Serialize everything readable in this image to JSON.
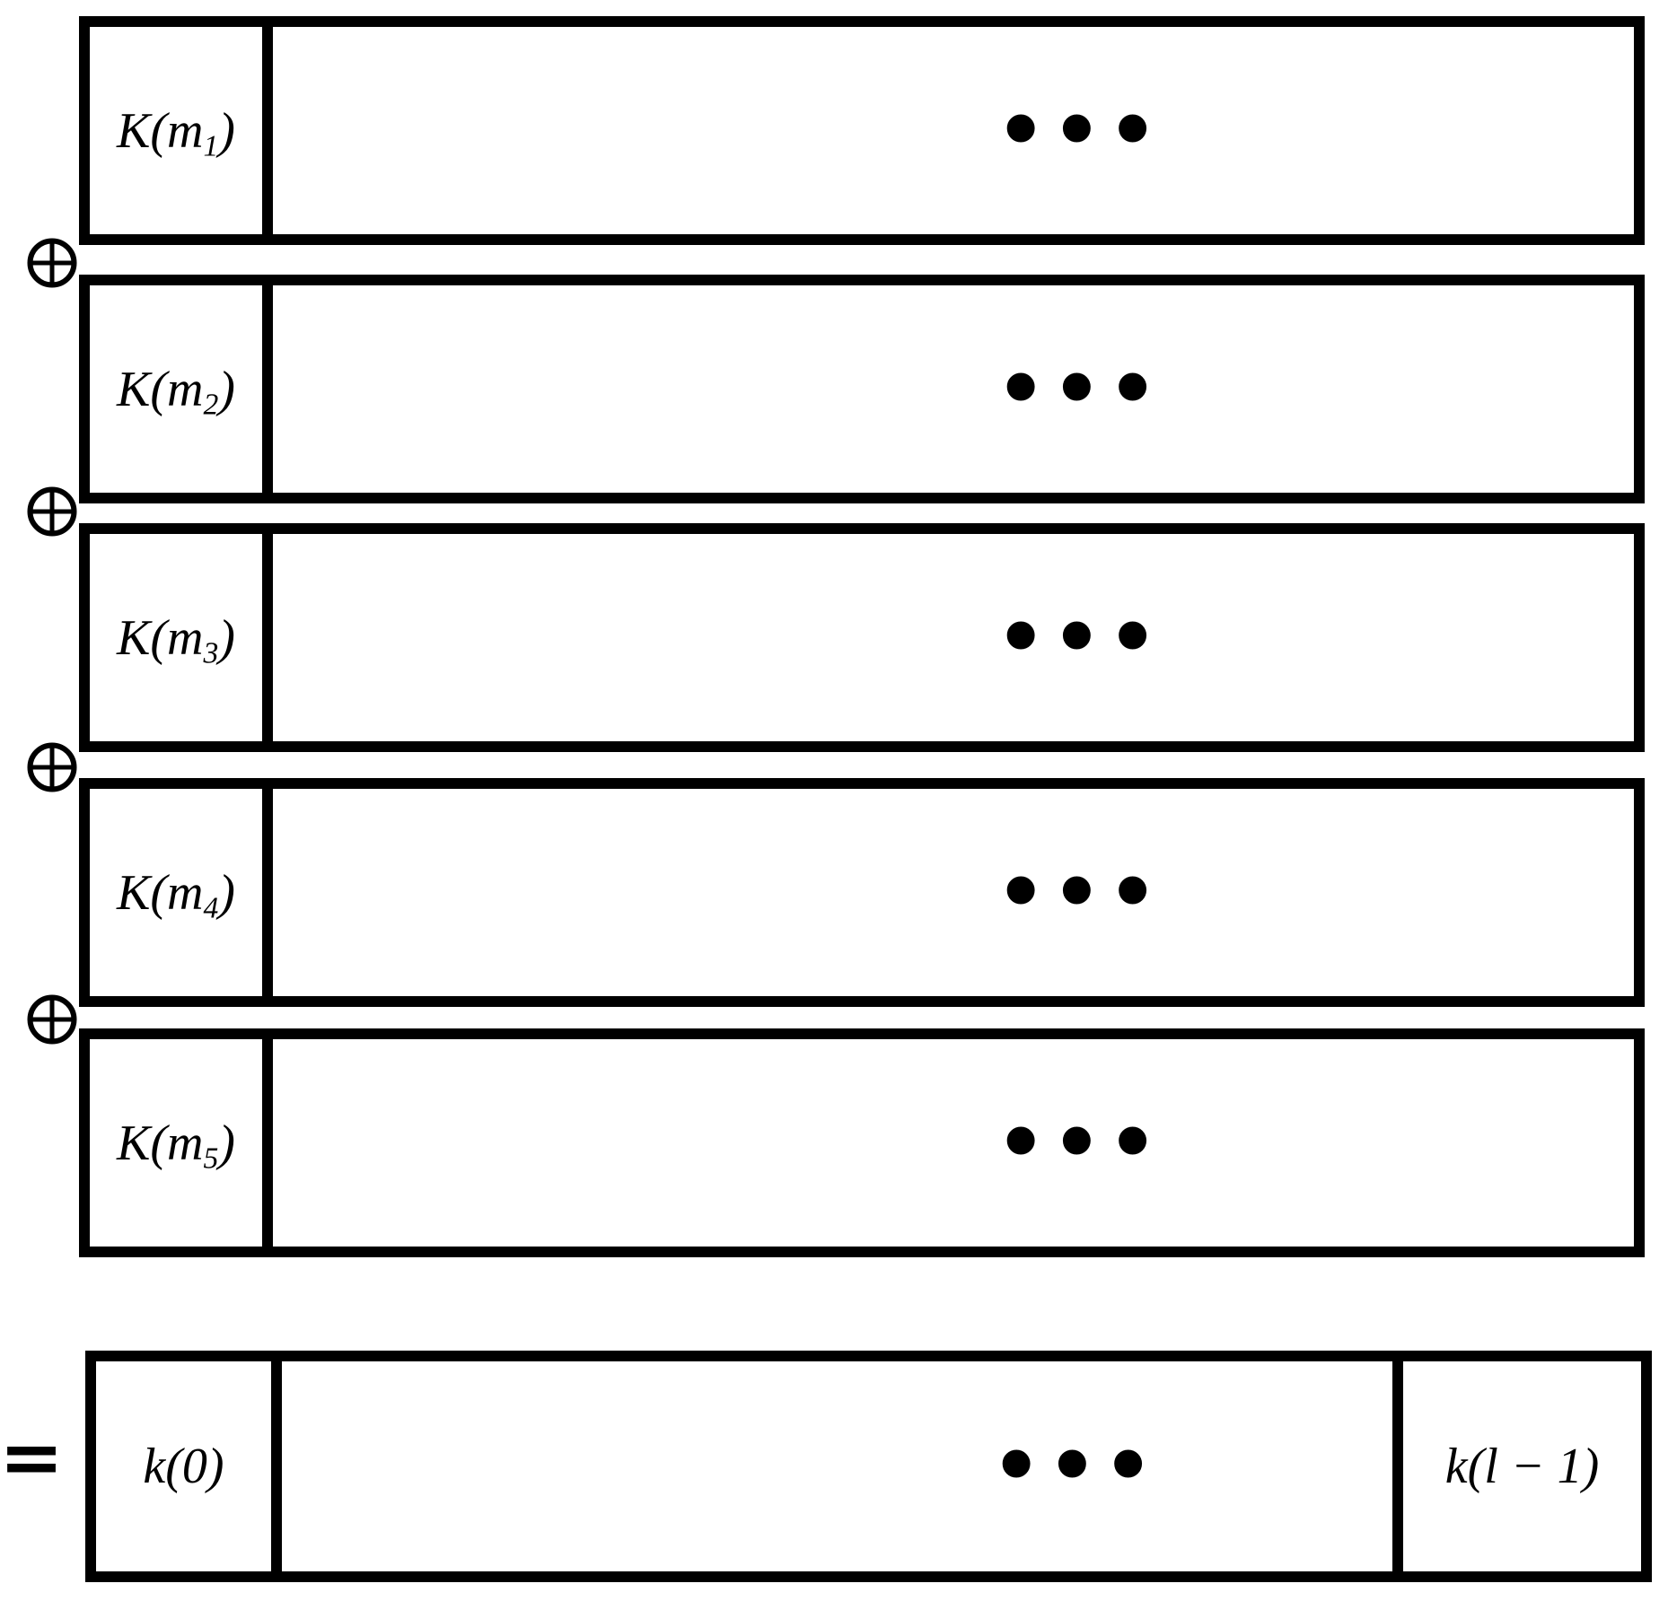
{
  "diagram": {
    "description": "XOR of keyed hash blocks producing key stream",
    "xor_icon": "⊕",
    "equals_sign": "=",
    "ellipsis": "•••",
    "hash_rows": [
      {
        "prefix": "K(m",
        "sub": "1",
        "suffix": ")"
      },
      {
        "prefix": "K(m",
        "sub": "2",
        "suffix": ")"
      },
      {
        "prefix": "K(m",
        "sub": "3",
        "suffix": ")"
      },
      {
        "prefix": "K(m",
        "sub": "4",
        "suffix": ")"
      },
      {
        "prefix": "K(m",
        "sub": "5",
        "suffix": ")"
      }
    ],
    "result_row": {
      "left_label": "k(0)",
      "right_label": "k(l − 1)"
    },
    "colors": {
      "line": "#000000",
      "background": "#ffffff"
    }
  }
}
